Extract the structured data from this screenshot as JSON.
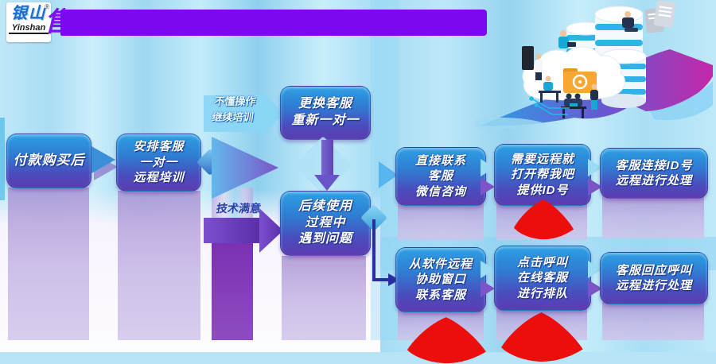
{
  "logo": {
    "cn": "银山",
    "en": "Yinshan",
    "reg": "®"
  },
  "banner": {
    "partial_glyph": "售"
  },
  "colors": {
    "banner_purple": "#7b08f0",
    "box_gradient_top": "#2da0e4",
    "box_gradient_bottom": "#5c3cb0",
    "red_marker": "#ec0d0d",
    "background_blue": "#b7e4f6",
    "reflection_purple": "#b9a3dc",
    "branch_arrow_cyan": "#8ad6f5",
    "branch_arrow_purple": "#6a3fc0"
  },
  "nodes": {
    "paid": {
      "text": "付款购买后"
    },
    "arrange": {
      "text": "安排客服\n一对一\n远程培训"
    },
    "replace": {
      "text": "更换客服\n重新一对一"
    },
    "problem": {
      "text": "后续使用\n过程中\n遇到问题"
    },
    "wechat": {
      "text": "直接联系\n客服\n微信咨询"
    },
    "helpme": {
      "text": "需要远程就\n打开帮我吧\n提供ID号"
    },
    "connect": {
      "text": "客服连接ID号\n远程进行处理"
    },
    "window": {
      "text": "从软件远程\n协助窗口\n联系客服"
    },
    "call": {
      "text": "点击呼叫\n在线客服\n进行排队"
    },
    "respond": {
      "text": "客服回应呼叫\n远程进行处理"
    }
  },
  "labels": {
    "branch_up": "不懂操作\n继续培训",
    "branch_down": "技术满意"
  }
}
